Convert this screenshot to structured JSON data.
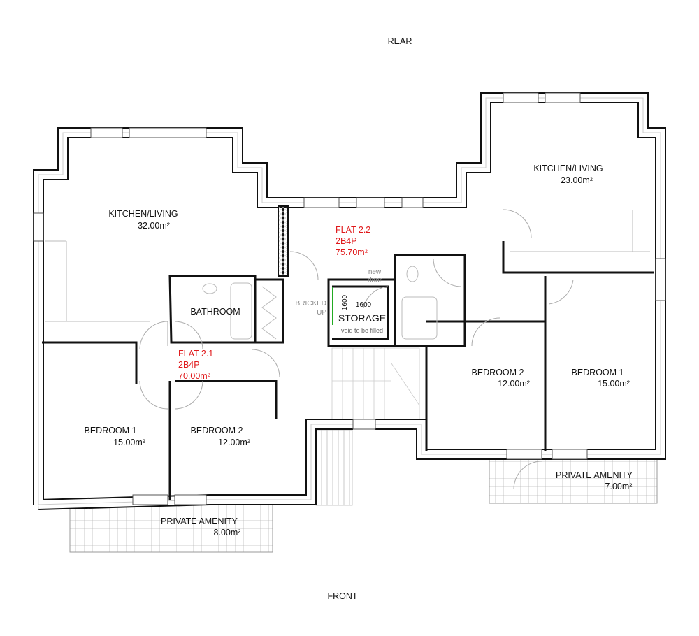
{
  "orientation": {
    "top": "REAR",
    "bottom": "FRONT"
  },
  "flat_2_1": {
    "name": "FLAT 2.1",
    "type": "2B4P",
    "area": "70.00m²",
    "rooms": {
      "kitchen": {
        "name": "KITCHEN/LIVING",
        "area": "32.00m²"
      },
      "bathroom": {
        "name": "BATHROOM"
      },
      "bedroom1": {
        "name": "BEDROOM 1",
        "area": "15.00m²"
      },
      "bedroom2": {
        "name": "BEDROOM 2",
        "area": "12.00m²"
      },
      "amenity": {
        "name": "PRIVATE AMENITY",
        "area": "8.00m²"
      }
    }
  },
  "flat_2_2": {
    "name": "FLAT 2.2",
    "type": "2B4P",
    "area": "75.70m²",
    "rooms": {
      "kitchen": {
        "name": "KITCHEN/LIVING",
        "area": "23.00m²"
      },
      "bedroom1": {
        "name": "BEDROOM 1",
        "area": "15.00m²"
      },
      "bedroom2": {
        "name": "BEDROOM 2",
        "area": "12.00m²"
      },
      "amenity": {
        "name": "PRIVATE AMENITY",
        "area": "7.00m²"
      }
    }
  },
  "storage": {
    "name": "STORAGE",
    "note": "void to be filled",
    "dim_w": "1600",
    "dim_h": "1600",
    "new_door_1": "new",
    "new_door_2": "door",
    "bricked_1": "BRICKED",
    "bricked_2": "UP"
  },
  "colors": {
    "wall": "#111111",
    "flat_label": "#e0191b",
    "bricked": "#22aa22"
  }
}
